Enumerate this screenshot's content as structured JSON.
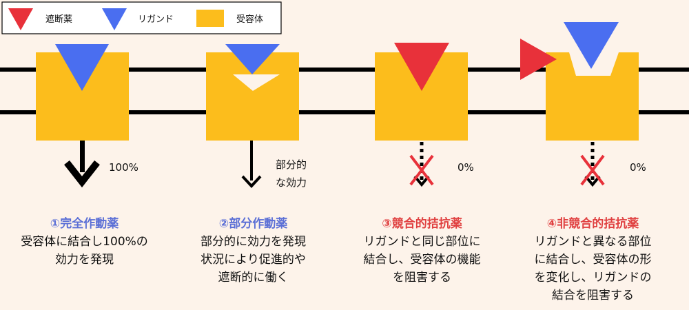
{
  "legend": {
    "antagonist": "遮断薬",
    "ligand": "リガンド",
    "receptor": "受容体"
  },
  "colors": {
    "antagonist": "#e8313a",
    "ligand": "#4a6ef0",
    "receptor": "#fcbd1c",
    "background": "#fdf3ea",
    "title_blue": "#5b6fd6",
    "title_red": "#e04040"
  },
  "panels": [
    {
      "effect": "100%",
      "title": "①完全作動薬",
      "desc": [
        "受容体に結合し100%の",
        "効力を発現"
      ]
    },
    {
      "effect_lines": [
        "部分的",
        "な効力"
      ],
      "title": "②部分作動薬",
      "desc": [
        "部分的に効力を発現",
        "状況により促進的や",
        "遮断的に働く"
      ]
    },
    {
      "effect": "0%",
      "title": "③競合的拮抗薬",
      "desc": [
        "リガンドと同じ部位に",
        "結合し、受容体の機能",
        "を阻害する"
      ]
    },
    {
      "effect": "0%",
      "title": "④非競合的拮抗薬",
      "desc": [
        "リガンドと異なる部位",
        "に結合し、受容体の形",
        "を変化し、リガンドの",
        "結合を阻害する"
      ]
    }
  ]
}
